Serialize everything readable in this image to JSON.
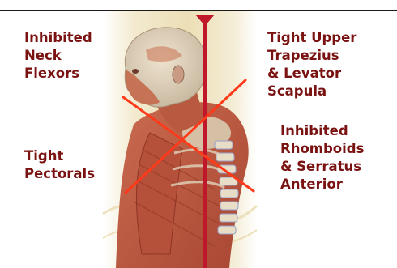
{
  "labels": {
    "inhibited_neck_flexors": "Inhibited\nNeck\nFlexors",
    "tight_pectorals": "Tight\nPectorals",
    "tight_upper_trapezius": "Tight Upper\nTrapezius\n& Levator Scapula",
    "inhibited_rhomboids": "Inhibited\nRhomboids\n& Serratus\nAnterior"
  },
  "colors": {
    "label_text": "#7a1212",
    "plumb_line": "#c0182a",
    "cross_lines": "#ff3a1a",
    "muscle": "#b8553d",
    "background_tint": "#efe6c8"
  }
}
